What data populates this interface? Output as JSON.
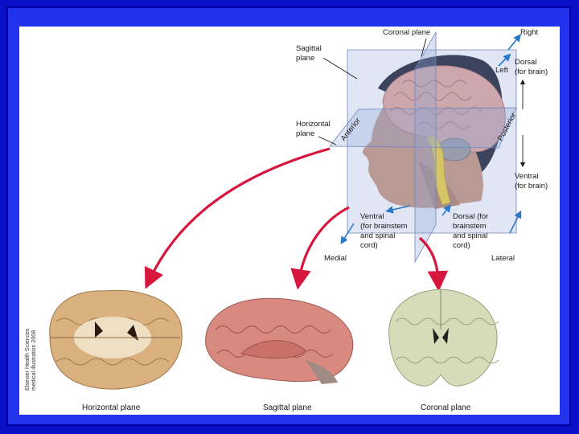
{
  "colors": {
    "background": "#0a10c8",
    "frame": "#2233ee",
    "panel": "#ffffff",
    "arrow_red": "#d6163c",
    "arrow_blue": "#2a78c8",
    "plane_blue": "#8fa6d8"
  },
  "labels": {
    "coronal_plane": "Coronal plane",
    "sagittal_plane_1": "Sagittal",
    "sagittal_plane_2": "plane",
    "horizontal_plane_1": "Horizontal",
    "horizontal_plane_2": "plane",
    "anterior": "Anterior",
    "posterior": "Posterior",
    "right": "Right",
    "left": "Left",
    "dorsal_brain_1": "Dorsal",
    "dorsal_brain_2": "(for brain)",
    "ventral_brain_1": "Ventral",
    "ventral_brain_2": "(for brain)",
    "ventral_brainstem_1": "Ventral",
    "ventral_brainstem_2": "(for brainstem",
    "ventral_brainstem_3": "and spinal",
    "ventral_brainstem_4": "cord)",
    "dorsal_brainstem_1": "Dorsal (for",
    "dorsal_brainstem_2": "brainstem",
    "dorsal_brainstem_3": "and spinal",
    "dorsal_brainstem_4": "cord)",
    "medial": "Medial",
    "lateral": "Lateral"
  },
  "captions": {
    "horizontal": "Horizontal plane",
    "sagittal": "Sagittal plane",
    "coronal": "Coronal plane"
  },
  "credit": {
    "line1": "Elsevier Health Sciences",
    "line2": "medical illustration 2008"
  }
}
